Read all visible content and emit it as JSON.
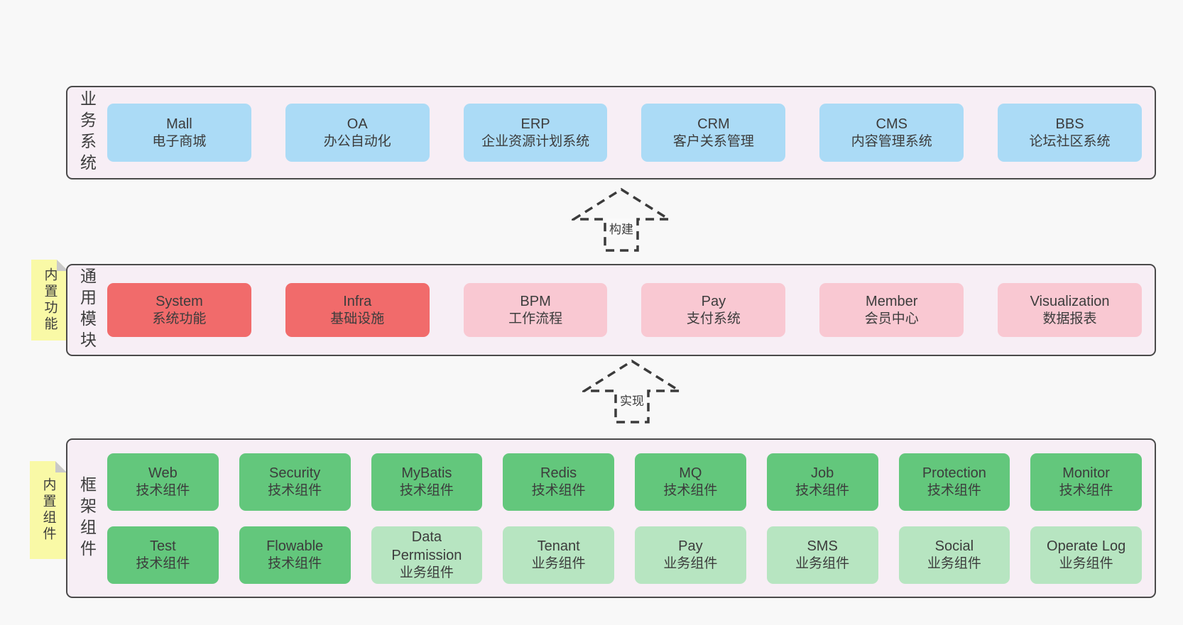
{
  "layers": {
    "business": {
      "label": "业务系统",
      "boxes": [
        {
          "name": "Mall",
          "sub": "电子商城"
        },
        {
          "name": "OA",
          "sub": "办公自动化"
        },
        {
          "name": "ERP",
          "sub": "企业资源计划系统"
        },
        {
          "name": "CRM",
          "sub": "客户关系管理"
        },
        {
          "name": "CMS",
          "sub": "内容管理系统"
        },
        {
          "name": "BBS",
          "sub": "论坛社区系统"
        }
      ]
    },
    "modules": {
      "label": "通用模块",
      "note": "内置功能",
      "boxes": [
        {
          "name": "System",
          "sub": "系统功能"
        },
        {
          "name": "Infra",
          "sub": "基础设施"
        },
        {
          "name": "BPM",
          "sub": "工作流程"
        },
        {
          "name": "Pay",
          "sub": "支付系统"
        },
        {
          "name": "Member",
          "sub": "会员中心"
        },
        {
          "name": "Visualization",
          "sub": "数据报表"
        }
      ]
    },
    "components": {
      "label": "框架组件",
      "note": "内置组件",
      "row1": [
        {
          "name": "Web",
          "sub": "技术组件"
        },
        {
          "name": "Security",
          "sub": "技术组件"
        },
        {
          "name": "MyBatis",
          "sub": "技术组件"
        },
        {
          "name": "Redis",
          "sub": "技术组件"
        },
        {
          "name": "MQ",
          "sub": "技术组件"
        },
        {
          "name": "Job",
          "sub": "技术组件"
        },
        {
          "name": "Protection",
          "sub": "技术组件"
        },
        {
          "name": "Monitor",
          "sub": "技术组件"
        }
      ],
      "row2": [
        {
          "name": "Test",
          "sub": "技术组件"
        },
        {
          "name": "Flowable",
          "sub": "技术组件"
        },
        {
          "name": "Data Permission",
          "sub": "业务组件"
        },
        {
          "name": "Tenant",
          "sub": "业务组件"
        },
        {
          "name": "Pay",
          "sub": "业务组件"
        },
        {
          "name": "SMS",
          "sub": "业务组件"
        },
        {
          "name": "Social",
          "sub": "业务组件"
        },
        {
          "name": "Operate Log",
          "sub": "业务组件"
        }
      ]
    }
  },
  "arrows": {
    "build": "构建",
    "implement": "实现"
  },
  "colors": {
    "page_bg": "#f8f8f8",
    "panel_bg": "#f7eef5",
    "panel_border": "#4a4a4a",
    "blue_box": "#abdbf6",
    "red_box": "#f16b6b",
    "pink_box": "#f9c8d2",
    "green_box": "#63c77c",
    "light_green_box": "#b7e5c1",
    "note_bg": "#f9f9a6",
    "note_fold": "#c9c9c9",
    "arrow_stroke": "#3b3b3b",
    "text": "#3c3c3c"
  }
}
